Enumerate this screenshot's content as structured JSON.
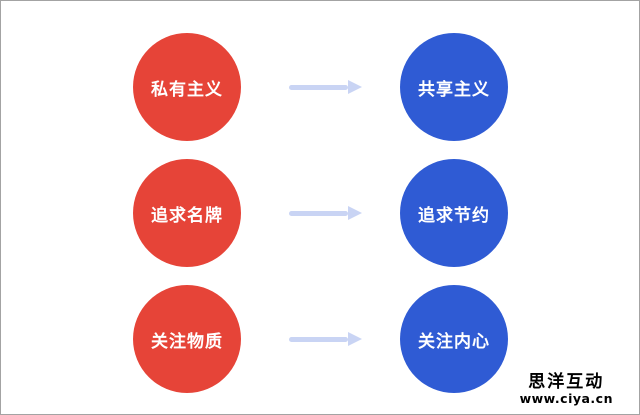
{
  "theme": {
    "before_color": "#e64438",
    "after_color": "#2f5bd4",
    "arrow_color": "#c9d4f4",
    "border_color": "#a3a3a3",
    "circle_text_color": "#ffffff"
  },
  "diagram": {
    "rows": [
      {
        "from": "私有主义",
        "to": "共享主义"
      },
      {
        "from": "追求名牌",
        "to": "追求节约"
      },
      {
        "from": "关注物质",
        "to": "关注内心"
      }
    ]
  },
  "watermark": {
    "name": "思洋互动",
    "url": "www.ciya.cn"
  }
}
